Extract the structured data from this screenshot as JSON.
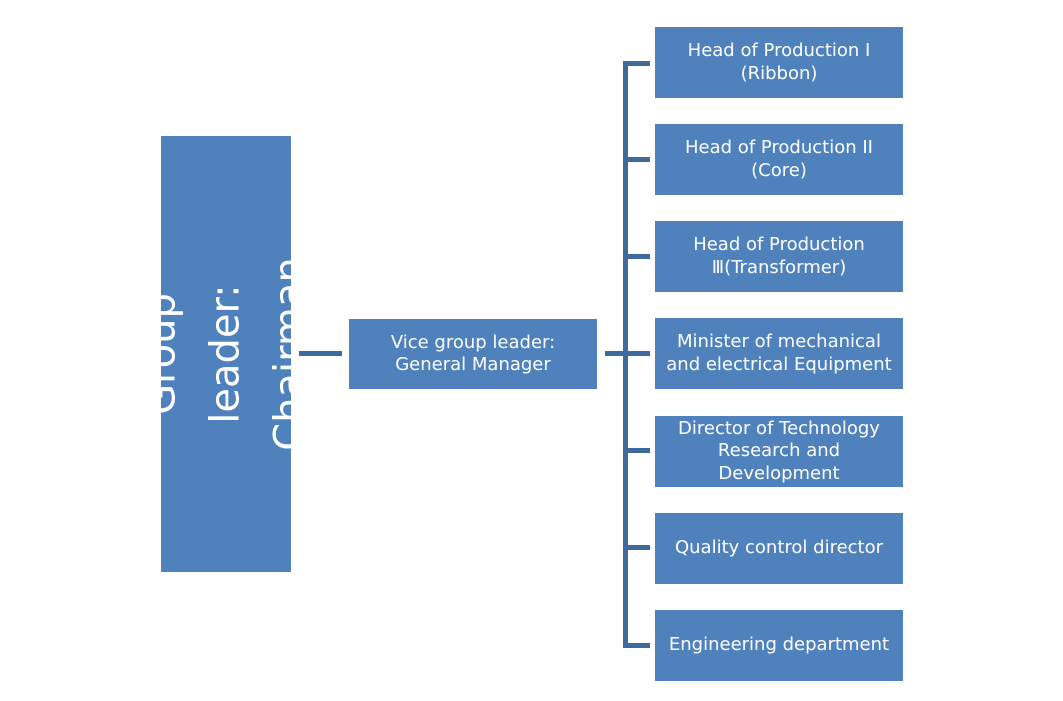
{
  "root": {
    "label": "Group leader:\nChairman"
  },
  "vice": {
    "label": "Vice group leader: General Manager"
  },
  "children": [
    {
      "label": "Head of Production I\n(Ribbon)"
    },
    {
      "label": "Head of Production II\n(Core)"
    },
    {
      "label": "Head of Production\nⅢ(Transformer)"
    },
    {
      "label": "Minister of mechanical\nand electrical Equipment"
    },
    {
      "label": "Director of Technology\nResearch and\nDevelopment"
    },
    {
      "label": "Quality control director"
    },
    {
      "label": "Engineering department"
    }
  ],
  "colors": {
    "box_fill": "#4f81bd",
    "connector": "#3f6a9e",
    "text": "#ffffff"
  }
}
